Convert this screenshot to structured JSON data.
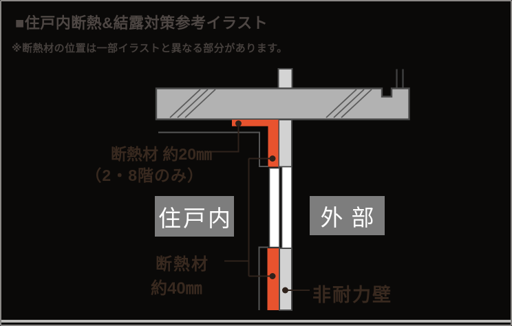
{
  "header": {
    "title": "■住戸内断熱&結露対策参考イラスト",
    "note": "※断熱材の位置は一部イラストと異なる部分があります。"
  },
  "diagram": {
    "labels": {
      "insulation20_line1": "断熱材 約20㎜",
      "insulation20_line2": "（2・8階のみ）",
      "interior_zone": "住戸内",
      "exterior_zone": "外部",
      "insulation40_line1": "断熱材",
      "insulation40_line2": "約40㎜",
      "non_bearing_wall": "非耐力壁"
    },
    "colors": {
      "insulation_orange": "#e8532e",
      "slab_concrete": "#b2b2b2",
      "wall_light_gray": "#d4d4d4",
      "zone_box_gray": "#7d7d7d",
      "leader_dark_brown": "#2f221b",
      "outline_gray": "#565656",
      "label_text": "#38291f",
      "heading_text": "#4e4744",
      "card_background": "#0a0908"
    }
  }
}
